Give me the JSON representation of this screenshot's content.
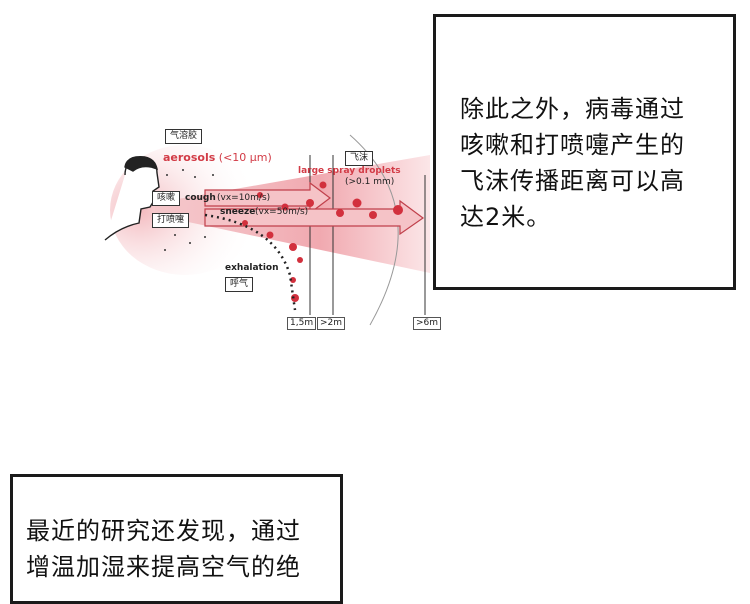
{
  "diagram": {
    "label_aerosol_cn": "气溶胶",
    "label_aerosol_en": "aerosols",
    "label_aerosol_size": "(<10 μm)",
    "label_droplet_cn": "飞沫",
    "label_droplet_en": "large spray droplets",
    "label_droplet_size": "(>0.1 mm)",
    "label_cough_cn": "咳嗽",
    "label_cough_en": "cough",
    "label_cough_speed": "(vx=10m/s)",
    "label_sneeze_cn": "打喷嚏",
    "label_sneeze_en": "sneeze",
    "label_sneeze_speed": "(vx=50m/s)",
    "label_exhale_en": "exhalation",
    "label_exhale_cn": "呼气",
    "distances": [
      "1,5m",
      ">2m",
      ">6m"
    ],
    "colors": {
      "accent": "#d23b46",
      "cone": "#f2b3b8"
    }
  },
  "caption_top": {
    "lines": [
      "除此之外，病毒通过",
      "咳嗽和打喷嚏产生的",
      "飞沫传播距离可以高",
      "达2米。"
    ]
  },
  "caption_bottom": {
    "lines": [
      "最近的研究还发现，通过",
      "增温加湿来提高空气的绝"
    ]
  }
}
